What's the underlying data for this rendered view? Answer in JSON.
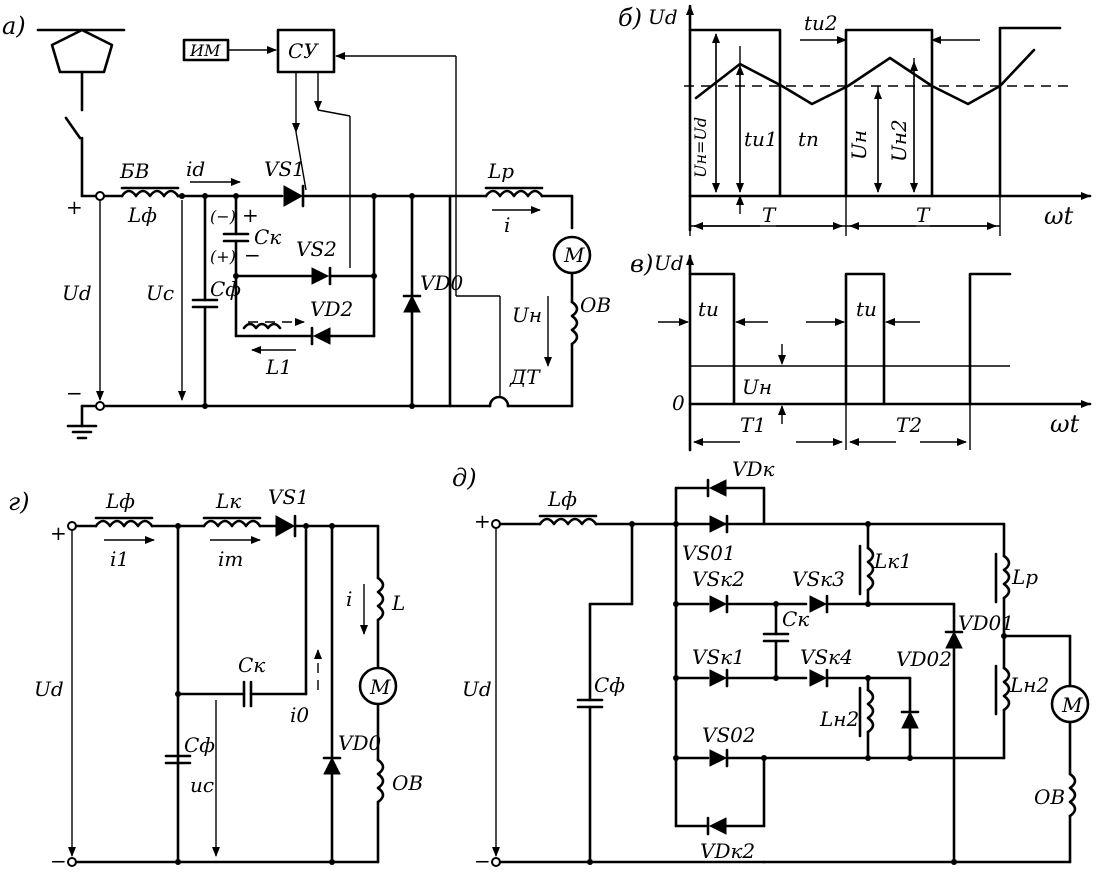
{
  "panels": {
    "a": {
      "tag": "а)",
      "labels": {
        "bv": "БВ",
        "lf": "Lф",
        "id": "id",
        "vs1": "VS1",
        "su": "СУ",
        "im": "ИМ",
        "lp": "Lp",
        "i": "i",
        "m": "M",
        "ck": "Cк",
        "cminus": "(−)",
        "cplus": "(+)",
        "plus1": "+",
        "minus1": "−",
        "vs2": "VS2",
        "vd2": "VD2",
        "l1": "L1",
        "cf": "Cф",
        "uc": "Uc",
        "ud": "Ud",
        "vd0": "VD0",
        "uh": "Uн",
        "ov": "ОВ",
        "dt": "ДТ",
        "plus": "+",
        "minus": "−"
      }
    },
    "b": {
      "tag": "б)",
      "labels": {
        "ud": "Ud",
        "tu2": "tи2",
        "uh_ud": "Uн=Ud",
        "tu1": "tи1",
        "tp": "tп",
        "uh": "Uн",
        "uh2": "Uн2",
        "t1": "T",
        "t2": "T",
        "wt": "ωt"
      }
    },
    "v": {
      "tag": "в)",
      "labels": {
        "ud": "Ud",
        "ti1": "tи",
        "ti2": "tи",
        "uh": "Uн",
        "zero": "0",
        "t1": "T1",
        "t2": "T2",
        "wt": "ωt"
      }
    },
    "g": {
      "tag": "г)",
      "labels": {
        "plus": "+",
        "minus": "−",
        "lf": "Lф",
        "i1": "i1",
        "lk": "Lк",
        "it": "iт",
        "vs1": "VS1",
        "i": "i",
        "l": "L",
        "m": "M",
        "ck": "Cк",
        "i0": "i0",
        "ud": "Ud",
        "cf": "Cф",
        "uc": "uc",
        "vd0": "VD0",
        "ov": "ОВ"
      }
    },
    "d": {
      "tag": "д)",
      "labels": {
        "vdk": "VDк",
        "plus": "+",
        "minus": "−",
        "lf": "Lф",
        "vs01": "VS01",
        "lk1": "Lк1",
        "lp": "Lp",
        "vsk2": "VSк2",
        "vsk3": "VSк3",
        "ck": "Cк",
        "vd01": "VD01",
        "vsk1": "VSк1",
        "vsk4": "VSк4",
        "vd02": "VD02",
        "lh2": "Lн2",
        "lh2b": "Lн2",
        "m": "M",
        "ud": "Ud",
        "cf": "Cф",
        "vs02": "VS02",
        "ov": "ОВ",
        "vdk2": "VDк2"
      }
    }
  }
}
